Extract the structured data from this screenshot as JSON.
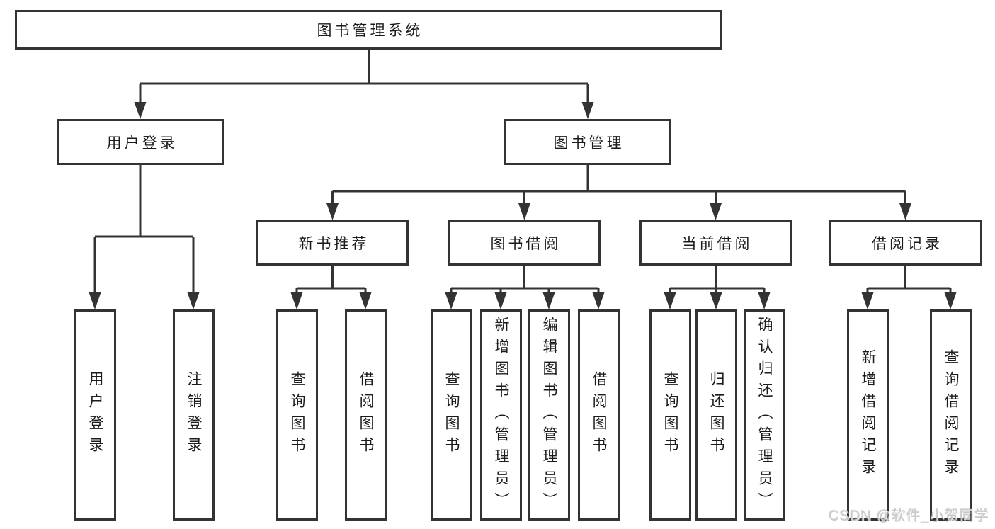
{
  "diagram": {
    "root": "图书管理系统",
    "level2": [
      "用户登录",
      "图书管理"
    ],
    "level3": [
      "新书推荐",
      "图书借阅",
      "当前借阅",
      "借阅记录"
    ],
    "leaves": {
      "login": [
        "用户登录",
        "注销登录"
      ],
      "recommend": [
        "查询图书",
        "借阅图书"
      ],
      "borrow": [
        "查询图书",
        "新增图书（管理员）",
        "编辑图书（管理员）",
        "借阅图书"
      ],
      "current": [
        "查询图书",
        "归还图书",
        "确认归还（管理员）"
      ],
      "records": [
        "新增借阅记录",
        "查询借阅记录"
      ]
    }
  },
  "watermark": "CSDN @软件_小贺同学",
  "colors": {
    "line": "#333333",
    "text": "#1b1b1b",
    "background": "#ffffff",
    "watermark": "#c9c9c9"
  }
}
